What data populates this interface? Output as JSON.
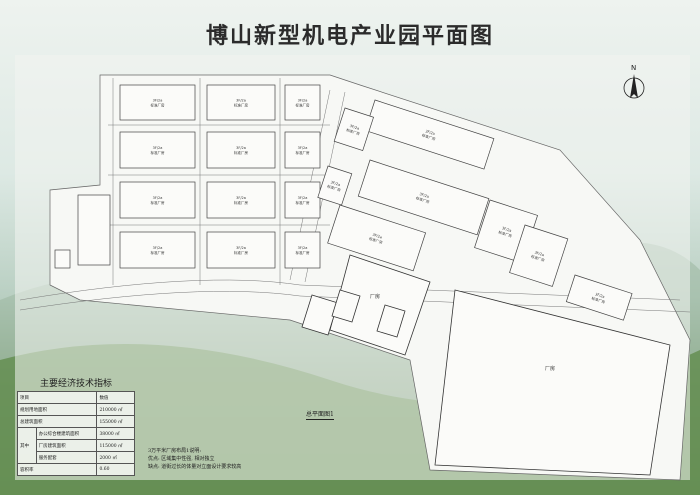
{
  "title": "博山新型机电产业园平面图",
  "north_label": "N",
  "caption": "总平面图1",
  "building_label": "3F/2a",
  "building_name": "标准厂房",
  "main_building_name": "厂房",
  "big_plot_name": "厂房",
  "table": {
    "title": "主要经济技术指标",
    "header": [
      "项目",
      "数值"
    ],
    "rows": [
      {
        "label": "规划用地面积",
        "value": "210000 ㎡"
      },
      {
        "label": "总建筑面积",
        "value": "155000 ㎡"
      },
      {
        "group": "其中",
        "label": "办公综合楼建筑面积",
        "value": "38000 ㎡"
      },
      {
        "label": "厂房建筑面积",
        "value": "115000 ㎡"
      },
      {
        "label": "服务配套",
        "value": "2000 ㎡"
      },
      {
        "label": "容积率",
        "value": "0.60"
      }
    ]
  },
  "notes": [
    "3万平米厂房布局1说明:",
    "优点: 区域集中性强, 相对独立",
    "缺点: 道街过长的体量对立面设计要求较高"
  ],
  "colors": {
    "line": "#555555",
    "paper": "#f2f4f0"
  }
}
